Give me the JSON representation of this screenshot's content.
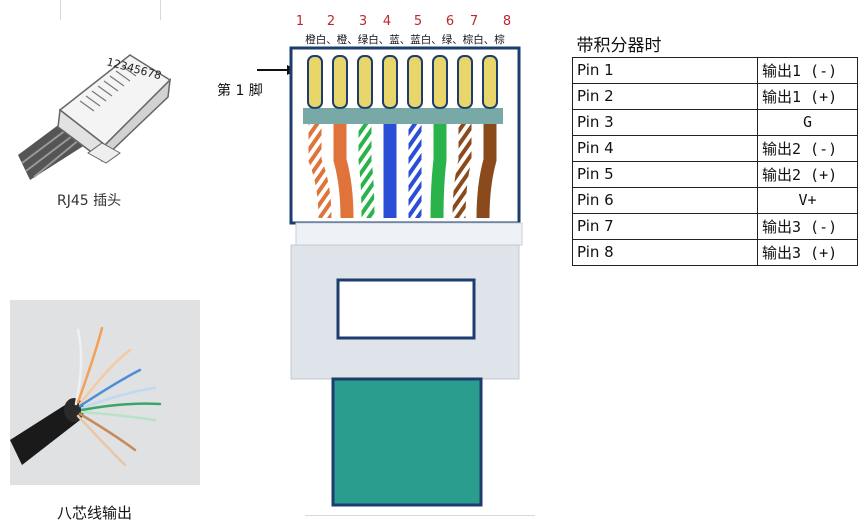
{
  "rj45": {
    "caption": "RJ45 插头",
    "printed_number": "12345678"
  },
  "cable": {
    "caption": "八芯线输出"
  },
  "connector": {
    "pin1_label": "第 1 脚",
    "pin_numbers": [
      "1",
      "2",
      "3",
      "4",
      "5",
      "6",
      "7",
      "8"
    ],
    "wire_colors": "橙白、橙、绿白、蓝、蓝白、绿、棕白、棕"
  },
  "table": {
    "title": "带积分器时",
    "rows": [
      {
        "pin": "Pin 1",
        "out": "输出1 (-)"
      },
      {
        "pin": "Pin 2",
        "out": "输出1 (+)"
      },
      {
        "pin": "Pin 3",
        "out": "G"
      },
      {
        "pin": "Pin 4",
        "out": "输出2 (-)"
      },
      {
        "pin": "Pin 5",
        "out": "输出2 (+)"
      },
      {
        "pin": "Pin 6",
        "out": "V+"
      },
      {
        "pin": "Pin 7",
        "out": "输出3 (-)"
      },
      {
        "pin": "Pin 8",
        "out": "输出3 (+)"
      }
    ]
  },
  "colors": {
    "pin_number_red": "#c0272d",
    "connector_border": "#1c3d6e",
    "body_grey": "#dfe3ea",
    "tab_teal": "#2a9d8f",
    "gold_contact": "#e8d66a"
  }
}
